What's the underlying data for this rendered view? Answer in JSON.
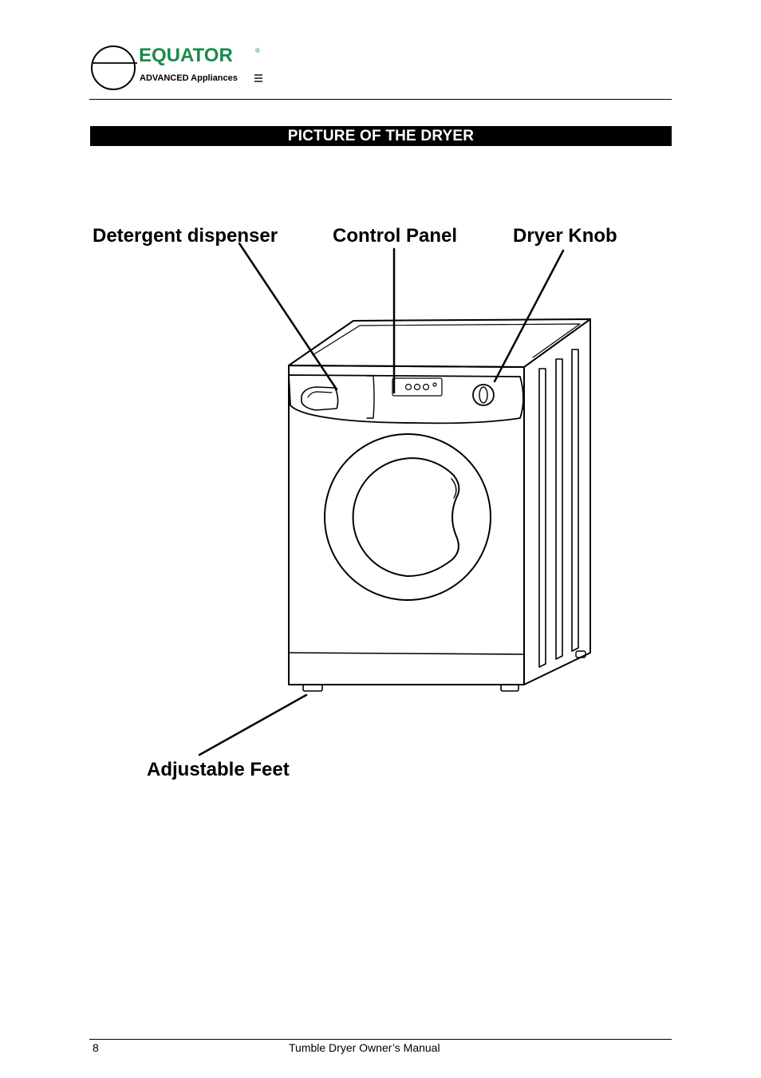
{
  "header": {
    "logo": {
      "brand": "EQUATOR",
      "registered_mark": "®",
      "tagline": "ADVANCED Appliances",
      "brand_color": "#1a8a4a"
    }
  },
  "section": {
    "title": "PICTURE OF THE DRYER"
  },
  "callouts": {
    "detergent_dispenser": "Detergent dispenser",
    "control_panel": "Control Panel",
    "dryer_knob": "Dryer Knob",
    "adjustable_feet": "Adjustable Feet"
  },
  "footer": {
    "page_number": "8",
    "manual_title": "Tumble Dryer Owner’s Manual"
  }
}
